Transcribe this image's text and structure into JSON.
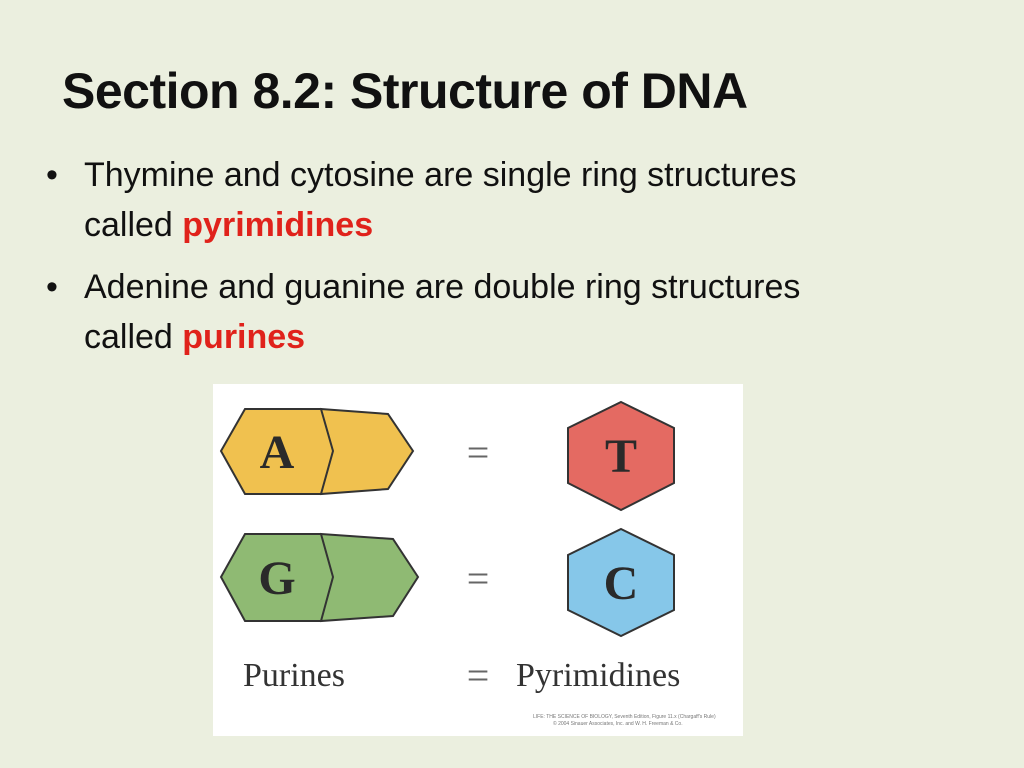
{
  "slide": {
    "title": "Section 8.2: Structure of DNA",
    "bullets": [
      {
        "text": "Thymine and cytosine are single ring structures called ",
        "highlight": "pyrimidines"
      },
      {
        "text": "Adenine and guanine are double ring structures called ",
        "highlight": "purines"
      }
    ],
    "bullet_marker": "•"
  },
  "figure": {
    "rows": [
      {
        "left": "A",
        "right": "T",
        "equals": "=",
        "left_color": "#f0c14f",
        "right_color": "#e46a62"
      },
      {
        "left": "G",
        "right": "C",
        "equals": "=",
        "left_color": "#8fba73",
        "right_color": "#86c7e9"
      }
    ],
    "caption": {
      "left": "Purines",
      "equals": "=",
      "right": "Pyrimidines"
    },
    "credit_line1": "LIFE: THE SCIENCE OF BIOLOGY, Seventh Edition, Figure 11.x (Chargaff's Rule)",
    "credit_line2": "© 2004 Sinauer Associates, Inc. and W. H. Freeman & Co."
  }
}
